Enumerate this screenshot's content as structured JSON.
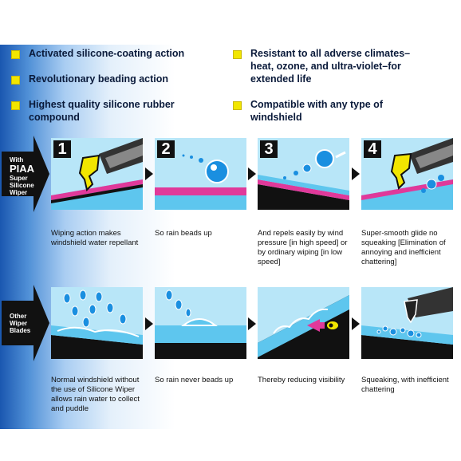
{
  "features": [
    {
      "text": "Activated silicone-coating action"
    },
    {
      "text": "Revolutionary beading action"
    },
    {
      "text": "Highest quality silicone rubber compound"
    },
    {
      "text": "Resistant to all adverse climates–heat, ozone, and ultra-violet–for extended life"
    },
    {
      "text": "Compatible with any type of windshield"
    }
  ],
  "piaa_label": {
    "line1": "With",
    "line2": "PIAA",
    "line3": "Super",
    "line4": "Silicone",
    "line5": "Wiper"
  },
  "other_label": {
    "line1": "Other",
    "line2": "Wiper",
    "line3": "Blades"
  },
  "steps": [
    {
      "number": "1",
      "caption": "Wiping action makes windshield water repellant"
    },
    {
      "number": "2",
      "caption": "So rain beads up"
    },
    {
      "number": "3",
      "caption": "And repels easily by wind pressure [in high speed] or by ordinary wiping [in low speed]"
    },
    {
      "number": "4",
      "caption": "Super-smooth glide no squeaking [Elimination of annoying and inefficient chattering]"
    }
  ],
  "other_steps": [
    {
      "caption": "Normal windshield without the use of Silicone Wiper allows rain water to collect and puddle"
    },
    {
      "caption": "So rain never beads up"
    },
    {
      "caption": "Thereby reducing visibility"
    },
    {
      "caption": "Squeaking, with inefficient chattering"
    }
  ],
  "colors": {
    "accent": "#f2e600",
    "water": "#5ec6ee",
    "glass": "#b8e6f8",
    "band": "#1a57b0",
    "pink": "#e0399a"
  }
}
